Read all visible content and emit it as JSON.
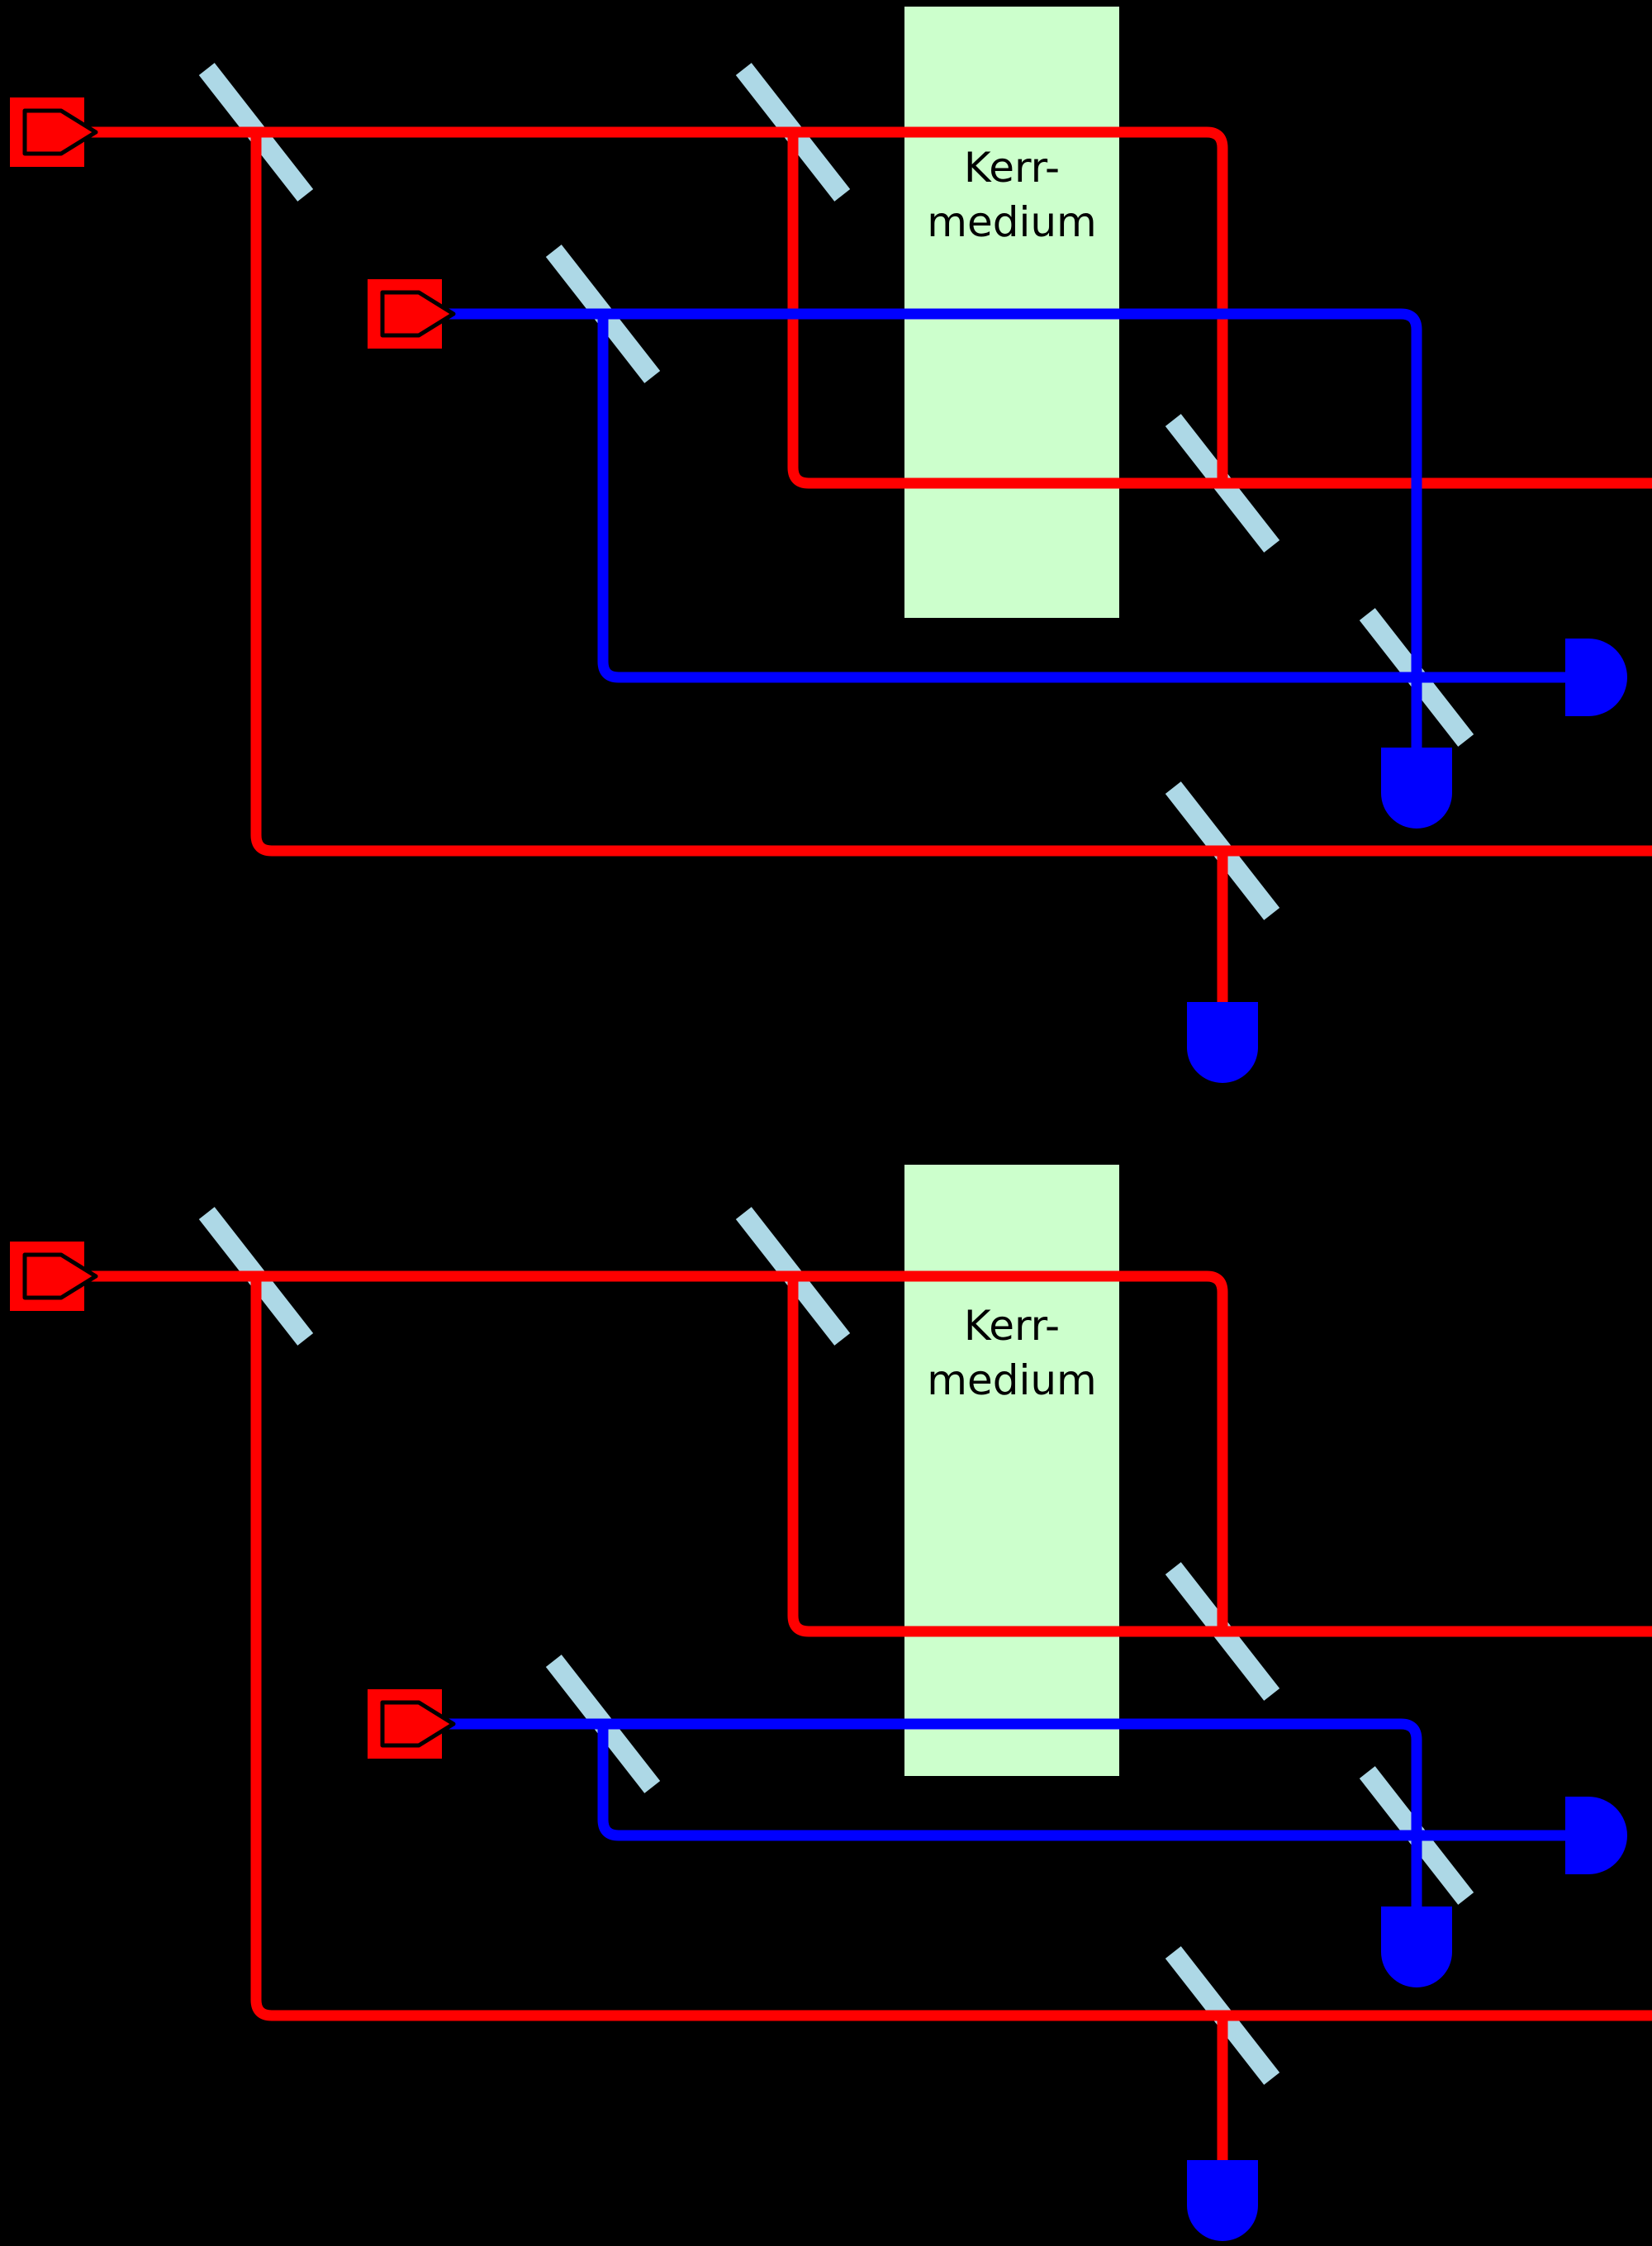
{
  "figure": {
    "type": "optical-interferometer-schematic",
    "background_color": "#000000",
    "colors": {
      "red_beam": "#ff0000",
      "blue_beam": "#0000ff",
      "beamsplitter": "#add8e6",
      "kerr_box": "#ccffcc",
      "detector": "#0000ff",
      "laser_body": "#ff0000",
      "outline": "#000000",
      "label_text": "#000000"
    },
    "diagrams": [
      {
        "id": "top",
        "kerr_label_line1": "Kerr-",
        "kerr_label_line2": "medium",
        "laser_count": 2,
        "beamsplitter_count": 6,
        "detector_count": 3
      },
      {
        "id": "bottom",
        "kerr_label_line1": "Kerr-",
        "kerr_label_line2": "medium",
        "laser_count": 2,
        "beamsplitter_count": 6,
        "detector_count": 3
      }
    ]
  }
}
